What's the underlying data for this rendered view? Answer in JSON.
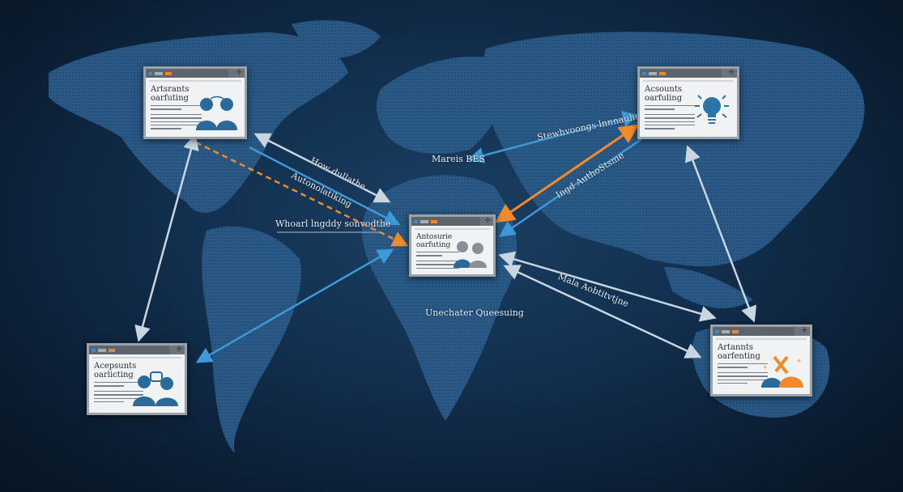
{
  "windows": [
    {
      "id": "northwest",
      "title": "Artsrants oarfuting",
      "illustration": "two-people-icon"
    },
    {
      "id": "northeast",
      "title": "Acsounts oarfuling",
      "illustration": "lightbulb-icon"
    },
    {
      "id": "center",
      "title": "Antosurie oarfuting",
      "illustration": "two-people-icon"
    },
    {
      "id": "southwest",
      "title": "Acepsunts oarlicting",
      "illustration": "chat-people-icon"
    },
    {
      "id": "southeast",
      "title": "Artannts oarfenting",
      "illustration": "collaboration-icon"
    }
  ],
  "labels": {
    "how": "How dullathe",
    "auto": "Autonolatiking",
    "whoarl": "Whoarl lngddy sonvodthe",
    "mareis": "Mareis BES",
    "stew": "Stewhvoongs lnnnauhe",
    "ingd": "Ingd AuthoStsme",
    "mala": "Mala Aobtitvtjne",
    "unech": "Unechater Queesuing"
  },
  "colors": {
    "blue": "#3e9ad6",
    "orange": "#f08a2c",
    "white": "#c9d6e2",
    "map": "#2a5a86"
  }
}
